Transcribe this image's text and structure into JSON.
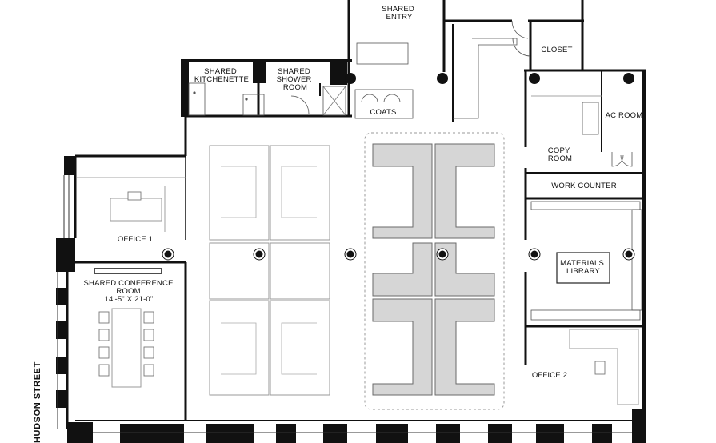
{
  "street": {
    "label": "HUDSON STREET"
  },
  "rooms": {
    "shared_entry": [
      "SHARED",
      "ENTRY"
    ],
    "closet": "CLOSET",
    "shared_kitchenette": [
      "SHARED",
      "KITCHENETTE"
    ],
    "shared_shower_room": [
      "SHARED",
      "SHOWER",
      "ROOM"
    ],
    "coats": "COATS",
    "ac_room": "AC ROOM",
    "copy_room": [
      "COPY",
      "ROOM"
    ],
    "work_counter": "WORK COUNTER",
    "office_1": "OFFICE 1",
    "shared_conference_room": [
      "SHARED CONFERENCE",
      "ROOM",
      "14'-5\" X 21-0\"'"
    ],
    "materials_library": [
      "MATERIALS",
      "LIBRARY"
    ],
    "office_2": "OFFICE 2"
  }
}
